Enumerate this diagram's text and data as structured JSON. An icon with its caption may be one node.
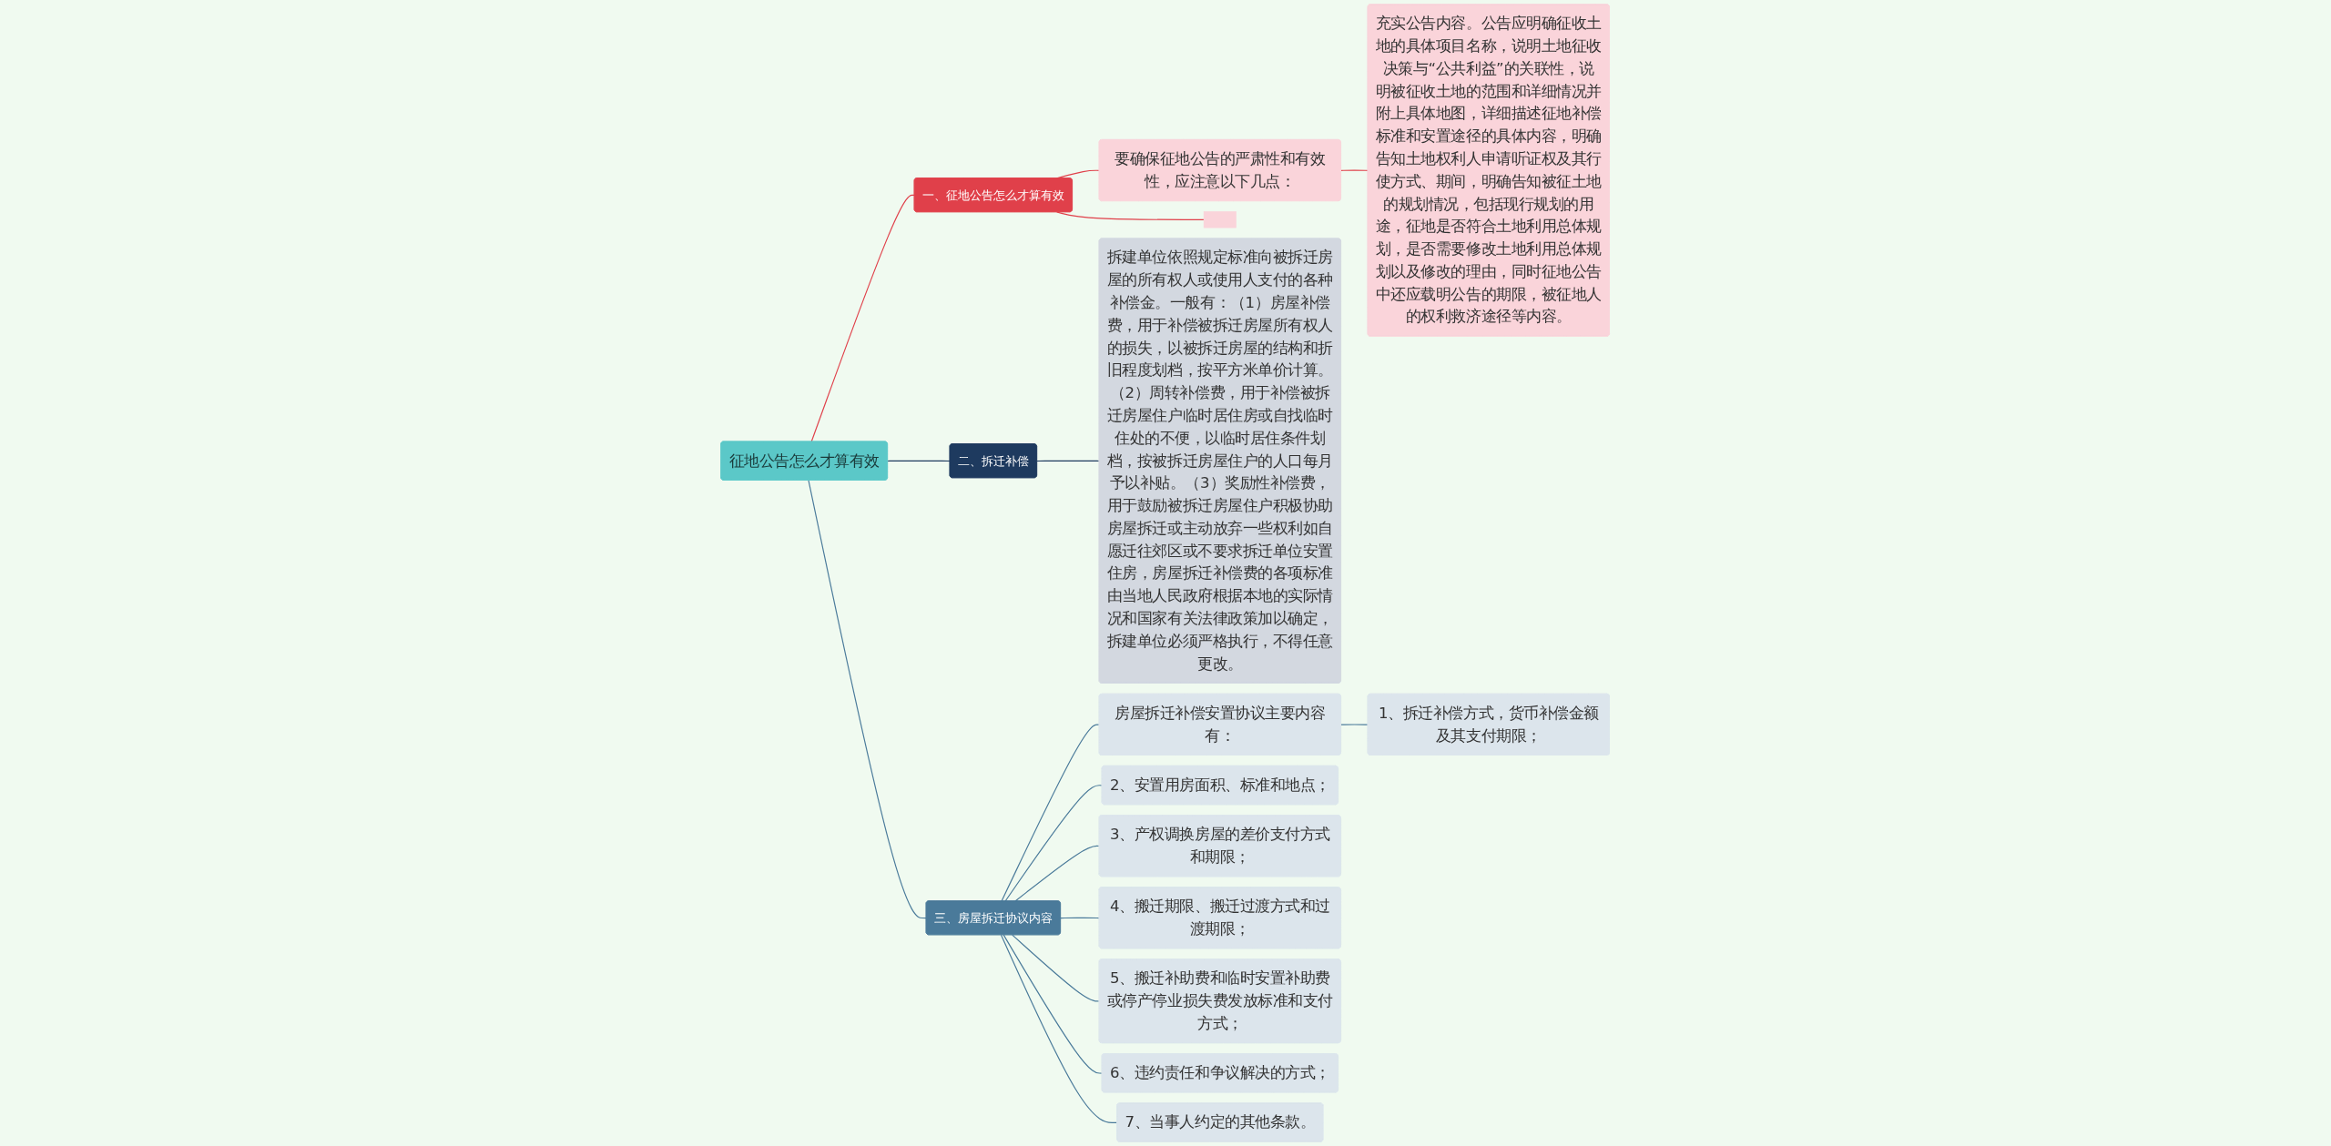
{
  "diagram": {
    "nodes": [
      {
        "text": [
          "征地公告怎么才算有效"
        ]
      },
      {
        "text": [
          "一、征地公告怎么才算有效"
        ]
      },
      {
        "text": [
          "要确保征地公告的严肃性和有效性，应注意以下几点："
        ]
      },
      {
        "text": [
          "充实公告内容。公告应明确征收土地的具体项目名称，说明土地征收决策与“公共利益”的关联性，说明被征收土地的范围和详细情况并附上具体地图，详细描述征地补偿标准和安置途径的具体内容，明确告知土地权利人申请听证权及其行使方式、期间，明确告知被征土地的规划情况，包括现行规划的用途，征地是否符合土地利用总体规划，是否需要修改土地利用总体规划以及修改的理由，同时征地公告中还应载明公告的期限，被征地人的权利救济途径等内容。"
        ]
      },
      {
        "text": [],
        "shape": "box"
      },
      {
        "text": [
          "二、拆迁补偿"
        ]
      },
      {
        "text": [
          "拆建单位依照规定标准向被拆迁房屋的所有权人或使用人支付的各种补偿金。一般有：（1）房屋补偿费，用于补偿被拆迁房屋所有权人的损失，以被拆迁房屋的结构和折旧程度划档，按平方米单价计算。（2）周转补偿费，用于补偿被拆迁房屋住户临时居住房或自找临时住处的不便，以临时居住条件划档，按被拆迁房屋住户的人口每月予以补贴。（3）奖励性补偿费，用于鼓励被拆迁房屋住户积极协助房屋拆迁或主动放弃一些权利如自愿迁往郊区或不要求拆迁单位安置住房，房屋拆迁补偿费的各项标准由当地人民政府根据本地的实际情况和国家有关法律政策加以确定，拆建单位必须严格执行，不得任意更改。"
        ]
      },
      {
        "text": [
          "三、房屋拆迁协议内容"
        ]
      },
      {
        "text": [
          "房屋拆迁补偿安置协议主要内容有："
        ]
      },
      {
        "text": [
          "1、拆迁补偿方式，货币补偿金额及其支付期限；"
        ]
      },
      {
        "text": [
          "2、安置用房面积、标准和地点；"
        ]
      },
      {
        "text": [
          "3、产权调换房屋的差价支付方式和期限；"
        ]
      },
      {
        "text": [
          "4、搬迁期限、搬迁过渡方式和过渡期限；"
        ]
      },
      {
        "text": [
          "5、搬迁补助费和临时安置补助费或停产停业损失费发放标准和支付方式；"
        ]
      },
      {
        "text": [
          "6、违约责任和争议解决的方式；"
        ]
      },
      {
        "text": [
          "7、当事人约定的其他条款。"
        ]
      }
    ],
    "edges": [
      {
        "from": 0,
        "to": 1,
        "arrow": "none",
        "color": "#e0404a"
      },
      {
        "from": 1,
        "to": 2,
        "arrow": "none",
        "color": "#e0404a"
      },
      {
        "from": 2,
        "to": 3,
        "arrow": "none",
        "color": "#e0404a"
      },
      {
        "from": 1,
        "to": 4,
        "arrow": "none",
        "color": "#e0404a"
      },
      {
        "from": 0,
        "to": 5,
        "arrow": "none",
        "color": "#1e3a5f"
      },
      {
        "from": 5,
        "to": 6,
        "arrow": "none",
        "color": "#1e3a5f"
      },
      {
        "from": 0,
        "to": 7,
        "arrow": "none"
      },
      {
        "from": 7,
        "to": 8,
        "arrow": "none"
      },
      {
        "from": 8,
        "to": 9,
        "arrow": "none"
      },
      {
        "from": 7,
        "to": 10,
        "arrow": "none"
      },
      {
        "from": 7,
        "to": 11,
        "arrow": "none"
      },
      {
        "from": 7,
        "to": 12,
        "arrow": "none"
      },
      {
        "from": 7,
        "to": 13,
        "arrow": "none"
      },
      {
        "from": 7,
        "to": 14,
        "arrow": "none"
      },
      {
        "from": 7,
        "to": 15,
        "arrow": "none"
      }
    ]
  }
}
